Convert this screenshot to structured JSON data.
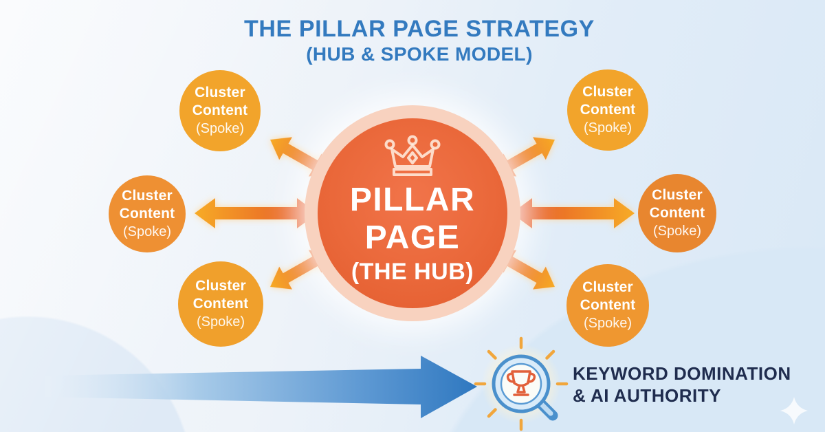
{
  "title": {
    "line1": "THE PILLAR PAGE STRATEGY",
    "line2": "(HUB & SPOKE MODEL)"
  },
  "hub": {
    "line1": "PILLAR",
    "line2": "PAGE",
    "line3": "(THE HUB)",
    "icon": "crown-icon"
  },
  "spoke_label": {
    "line1": "Cluster",
    "line2": "Content",
    "line3": "(Spoke)"
  },
  "spokes": [
    {
      "position": "top-left",
      "color": "#f2a42b"
    },
    {
      "position": "mid-left",
      "color": "#ee9033"
    },
    {
      "position": "bottom-left",
      "color": "#f0a02c"
    },
    {
      "position": "top-right",
      "color": "#f2a42b"
    },
    {
      "position": "mid-right",
      "color": "#e8862f"
    },
    {
      "position": "bottom-right",
      "color": "#ef9730"
    }
  ],
  "outcome": {
    "line1": "KEYWORD DOMINATION",
    "line2": "& AI AUTHORITY",
    "icon": "magnifier-trophy-icon"
  },
  "colors": {
    "title_blue": "#337abf",
    "hub_orange": "#ea683a",
    "hub_halo": "#f8d2bf",
    "arrow_yellow": "#f7ab25",
    "arrow_red_orange": "#e4502a",
    "flow_arrow_blue": "#2f78c0",
    "outcome_navy": "#1f2c4e",
    "background_light": "#eef3f9",
    "background_blue": "#d8e8f6"
  }
}
